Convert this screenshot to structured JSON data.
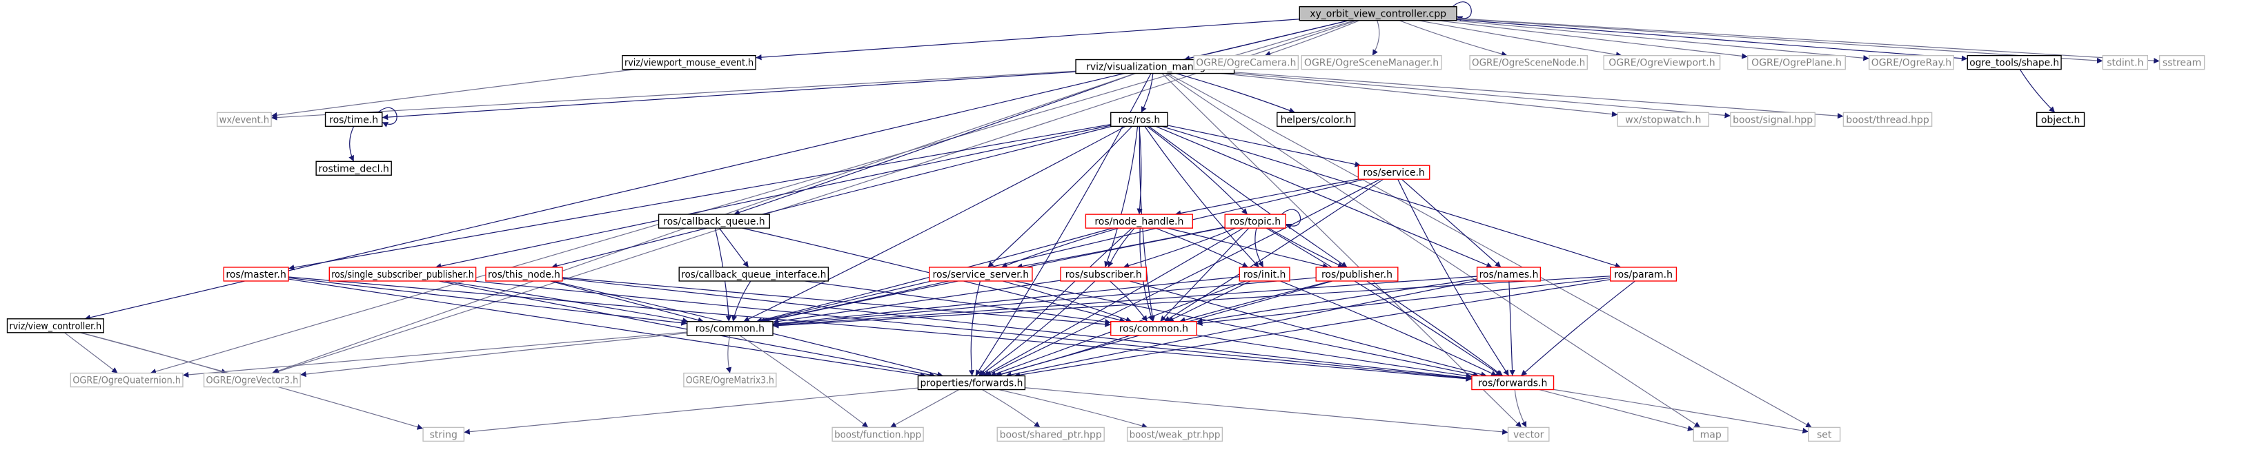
{
  "graph": {
    "root": "xy_orbit_view_controller.cpp",
    "colors": {
      "edge": "#191970",
      "local_border": "#000000",
      "external_border": "#bfbfbf",
      "truncated_border": "#ff0000",
      "root_fill": "#bfbfbf",
      "external_text": "#7f7f7f"
    },
    "nodes": [
      {
        "id": "root",
        "label": "xy_orbit_view_controller.cpp",
        "kind": "root"
      },
      {
        "id": "vmouse",
        "label": "rviz/viewport_mouse_event.h",
        "kind": "local"
      },
      {
        "id": "vizman",
        "label": "rviz/visualization_manager.h",
        "kind": "local"
      },
      {
        "id": "ocam",
        "label": "OGRE/OgreCamera.h",
        "kind": "external"
      },
      {
        "id": "oscnm",
        "label": "OGRE/OgreSceneManager.h",
        "kind": "external"
      },
      {
        "id": "oscnn",
        "label": "OGRE/OgreSceneNode.h",
        "kind": "external"
      },
      {
        "id": "ovp",
        "label": "OGRE/OgreViewport.h",
        "kind": "external"
      },
      {
        "id": "oplane",
        "label": "OGRE/OgrePlane.h",
        "kind": "external"
      },
      {
        "id": "oray",
        "label": "OGRE/OgreRay.h",
        "kind": "external"
      },
      {
        "id": "shape",
        "label": "ogre_tools/shape.h",
        "kind": "local"
      },
      {
        "id": "stdint",
        "label": "stdint.h",
        "kind": "external"
      },
      {
        "id": "sstream",
        "label": "sstream",
        "kind": "external"
      },
      {
        "id": "wxevent",
        "label": "wx/event.h",
        "kind": "external"
      },
      {
        "id": "rostime",
        "label": "ros/time.h",
        "kind": "local"
      },
      {
        "id": "rosros",
        "label": "ros/ros.h",
        "kind": "local"
      },
      {
        "id": "helpcolor",
        "label": "helpers/color.h",
        "kind": "local"
      },
      {
        "id": "wxstop",
        "label": "wx/stopwatch.h",
        "kind": "external"
      },
      {
        "id": "bsignal",
        "label": "boost/signal.hpp",
        "kind": "external"
      },
      {
        "id": "bthread",
        "label": "boost/thread.hpp",
        "kind": "external"
      },
      {
        "id": "object",
        "label": "object.h",
        "kind": "local"
      },
      {
        "id": "rostimedecl",
        "label": "rostime_decl.h",
        "kind": "local"
      },
      {
        "id": "rosservice",
        "label": "ros/service.h",
        "kind": "truncated"
      },
      {
        "id": "cbqueue",
        "label": "ros/callback_queue.h",
        "kind": "local"
      },
      {
        "id": "nodehandle",
        "label": "ros/node_handle.h",
        "kind": "truncated"
      },
      {
        "id": "topic",
        "label": "ros/topic.h",
        "kind": "truncated"
      },
      {
        "id": "master",
        "label": "ros/master.h",
        "kind": "truncated"
      },
      {
        "id": "singlepub",
        "label": "ros/single_subscriber_publisher.h",
        "kind": "truncated"
      },
      {
        "id": "thisnode",
        "label": "ros/this_node.h",
        "kind": "truncated"
      },
      {
        "id": "cbqi",
        "label": "ros/callback_queue_interface.h",
        "kind": "local"
      },
      {
        "id": "srvserver",
        "label": "ros/service_server.h",
        "kind": "truncated"
      },
      {
        "id": "subscriber",
        "label": "ros/subscriber.h",
        "kind": "truncated"
      },
      {
        "id": "init",
        "label": "ros/init.h",
        "kind": "truncated"
      },
      {
        "id": "publisher",
        "label": "ros/publisher.h",
        "kind": "truncated"
      },
      {
        "id": "names",
        "label": "ros/names.h",
        "kind": "truncated"
      },
      {
        "id": "param",
        "label": "ros/param.h",
        "kind": "truncated"
      },
      {
        "id": "viewctl",
        "label": "rviz/view_controller.h",
        "kind": "local"
      },
      {
        "id": "common1",
        "label": "ros/common.h",
        "kind": "local"
      },
      {
        "id": "common2",
        "label": "ros/common.h",
        "kind": "truncated"
      },
      {
        "id": "oquat",
        "label": "OGRE/OgreQuaternion.h",
        "kind": "external"
      },
      {
        "id": "ovec3",
        "label": "OGRE/OgreVector3.h",
        "kind": "external"
      },
      {
        "id": "omat3",
        "label": "OGRE/OgreMatrix3.h",
        "kind": "external"
      },
      {
        "id": "propfwd",
        "label": "properties/forwards.h",
        "kind": "local"
      },
      {
        "id": "rosfwd",
        "label": "ros/forwards.h",
        "kind": "truncated"
      },
      {
        "id": "string",
        "label": "string",
        "kind": "external"
      },
      {
        "id": "bfunc",
        "label": "boost/function.hpp",
        "kind": "external"
      },
      {
        "id": "bshared",
        "label": "boost/shared_ptr.hpp",
        "kind": "external"
      },
      {
        "id": "bweak",
        "label": "boost/weak_ptr.hpp",
        "kind": "external"
      },
      {
        "id": "vector",
        "label": "vector",
        "kind": "external"
      },
      {
        "id": "map",
        "label": "map",
        "kind": "external"
      },
      {
        "id": "set",
        "label": "set",
        "kind": "external"
      }
    ],
    "edges": [
      [
        "root",
        "root"
      ],
      [
        "root",
        "vmouse"
      ],
      [
        "root",
        "vizman"
      ],
      [
        "root",
        "ocam"
      ],
      [
        "root",
        "oscnm"
      ],
      [
        "root",
        "oscnn"
      ],
      [
        "root",
        "ovp"
      ],
      [
        "root",
        "oplane"
      ],
      [
        "root",
        "oray"
      ],
      [
        "root",
        "shape"
      ],
      [
        "root",
        "stdint"
      ],
      [
        "root",
        "sstream"
      ],
      [
        "root",
        "viewctl"
      ],
      [
        "root",
        "oquat"
      ],
      [
        "root",
        "ovec3"
      ],
      [
        "vmouse",
        "wxevent"
      ],
      [
        "vizman",
        "wxevent"
      ],
      [
        "vizman",
        "rostime"
      ],
      [
        "vizman",
        "rosros"
      ],
      [
        "vizman",
        "helpcolor"
      ],
      [
        "vizman",
        "wxstop"
      ],
      [
        "vizman",
        "bsignal"
      ],
      [
        "vizman",
        "bthread"
      ],
      [
        "vizman",
        "cbqueue"
      ],
      [
        "vizman",
        "propfwd"
      ],
      [
        "vizman",
        "ovec3"
      ],
      [
        "vizman",
        "map"
      ],
      [
        "vizman",
        "vector"
      ],
      [
        "vizman",
        "set"
      ],
      [
        "rostime",
        "rostime"
      ],
      [
        "rostime",
        "rostimedecl"
      ],
      [
        "shape",
        "object"
      ],
      [
        "rosros",
        "rosservice"
      ],
      [
        "rosros",
        "nodehandle"
      ],
      [
        "rosros",
        "topic"
      ],
      [
        "rosros",
        "master"
      ],
      [
        "rosros",
        "singlepub"
      ],
      [
        "rosros",
        "thisnode"
      ],
      [
        "rosros",
        "srvserver"
      ],
      [
        "rosros",
        "subscriber"
      ],
      [
        "rosros",
        "init"
      ],
      [
        "rosros",
        "publisher"
      ],
      [
        "rosros",
        "names"
      ],
      [
        "rosros",
        "param"
      ],
      [
        "rosros",
        "common1"
      ],
      [
        "rosros",
        "common2"
      ],
      [
        "rosservice",
        "nodehandle"
      ],
      [
        "rosservice",
        "names"
      ],
      [
        "rosservice",
        "common2"
      ],
      [
        "rosservice",
        "propfwd"
      ],
      [
        "rosservice",
        "rosfwd"
      ],
      [
        "rosservice",
        "common1"
      ],
      [
        "cbqueue",
        "cbqi"
      ],
      [
        "cbqueue",
        "common1"
      ],
      [
        "cbqueue",
        "common2"
      ],
      [
        "nodehandle",
        "srvserver"
      ],
      [
        "nodehandle",
        "subscriber"
      ],
      [
        "nodehandle",
        "publisher"
      ],
      [
        "nodehandle",
        "init"
      ],
      [
        "nodehandle",
        "common1"
      ],
      [
        "nodehandle",
        "common2"
      ],
      [
        "nodehandle",
        "propfwd"
      ],
      [
        "topic",
        "topic"
      ],
      [
        "topic",
        "srvserver"
      ],
      [
        "topic",
        "subscriber"
      ],
      [
        "topic",
        "init"
      ],
      [
        "topic",
        "publisher"
      ],
      [
        "topic",
        "common2"
      ],
      [
        "topic",
        "propfwd"
      ],
      [
        "topic",
        "rosfwd"
      ],
      [
        "topic",
        "common1"
      ],
      [
        "master",
        "common1"
      ],
      [
        "master",
        "propfwd"
      ],
      [
        "master",
        "rosfwd"
      ],
      [
        "singlepub",
        "common1"
      ],
      [
        "singlepub",
        "propfwd"
      ],
      [
        "singlepub",
        "rosfwd"
      ],
      [
        "thisnode",
        "common1"
      ],
      [
        "thisnode",
        "common2"
      ],
      [
        "thisnode",
        "propfwd"
      ],
      [
        "thisnode",
        "rosfwd"
      ],
      [
        "cbqi",
        "common1"
      ],
      [
        "cbqi",
        "common2"
      ],
      [
        "srvserver",
        "common1"
      ],
      [
        "srvserver",
        "common2"
      ],
      [
        "srvserver",
        "propfwd"
      ],
      [
        "srvserver",
        "rosfwd"
      ],
      [
        "subscriber",
        "common1"
      ],
      [
        "subscriber",
        "common2"
      ],
      [
        "subscriber",
        "propfwd"
      ],
      [
        "subscriber",
        "rosfwd"
      ],
      [
        "init",
        "common1"
      ],
      [
        "init",
        "common2"
      ],
      [
        "init",
        "propfwd"
      ],
      [
        "init",
        "rosfwd"
      ],
      [
        "publisher",
        "common1"
      ],
      [
        "publisher",
        "common2"
      ],
      [
        "publisher",
        "propfwd"
      ],
      [
        "publisher",
        "rosfwd"
      ],
      [
        "names",
        "common1"
      ],
      [
        "names",
        "common2"
      ],
      [
        "names",
        "propfwd"
      ],
      [
        "names",
        "rosfwd"
      ],
      [
        "param",
        "common1"
      ],
      [
        "param",
        "common2"
      ],
      [
        "param",
        "propfwd"
      ],
      [
        "param",
        "rosfwd"
      ],
      [
        "viewctl",
        "oquat"
      ],
      [
        "viewctl",
        "ovec3"
      ],
      [
        "viewctl",
        "string"
      ],
      [
        "common1",
        "ovec3"
      ],
      [
        "common1",
        "omat3"
      ],
      [
        "common1",
        "oquat"
      ],
      [
        "common1",
        "bfunc"
      ],
      [
        "common2",
        "propfwd"
      ],
      [
        "common2",
        "rosfwd"
      ],
      [
        "propfwd",
        "string"
      ],
      [
        "propfwd",
        "bfunc"
      ],
      [
        "propfwd",
        "bshared"
      ],
      [
        "propfwd",
        "bweak"
      ],
      [
        "propfwd",
        "vector"
      ],
      [
        "rosfwd",
        "vector"
      ],
      [
        "rosfwd",
        "map"
      ],
      [
        "rosfwd",
        "set"
      ]
    ]
  }
}
